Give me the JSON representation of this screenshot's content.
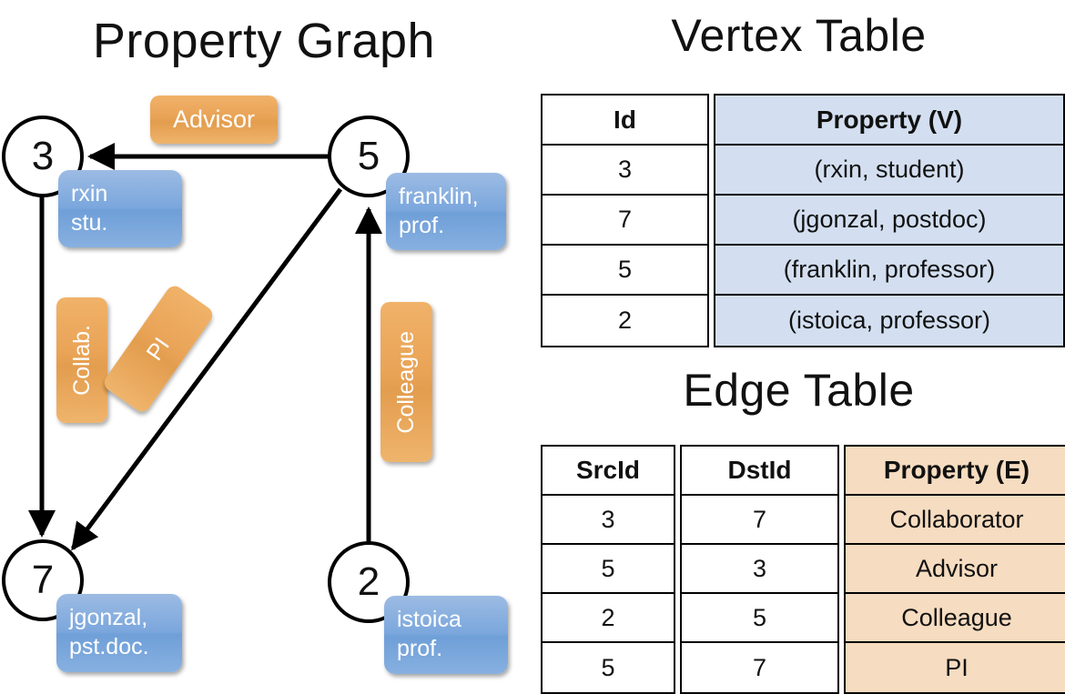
{
  "titles": {
    "graph": "Property Graph",
    "vertex_table": "Vertex Table",
    "edge_table": "Edge Table"
  },
  "colors": {
    "node_stroke": "#000000",
    "vertex_property_fill": "#d3dff0",
    "edge_property_fill": "#f6dcc0",
    "blue_callout": "#7ba7dd",
    "orange_label": "#e9a356",
    "background": "#ffffff"
  },
  "graph": {
    "nodes": [
      {
        "id": "3",
        "property_line1": "rxin",
        "property_line2": "stu."
      },
      {
        "id": "5",
        "property_line1": "franklin,",
        "property_line2": "prof."
      },
      {
        "id": "7",
        "property_line1": "jgonzal,",
        "property_line2": "pst.doc."
      },
      {
        "id": "2",
        "property_line1": "istoica",
        "property_line2": "prof."
      }
    ],
    "edge_labels": [
      {
        "name": "advisor",
        "text": "Advisor",
        "orientation": "horizontal"
      },
      {
        "name": "collab",
        "text": "Collab.",
        "orientation": "vertical"
      },
      {
        "name": "pi",
        "text": "PI",
        "orientation": "rotated"
      },
      {
        "name": "colleague",
        "text": "Colleague",
        "orientation": "vertical"
      }
    ],
    "edges": [
      {
        "from": "5",
        "to": "3",
        "label": "Advisor"
      },
      {
        "from": "3",
        "to": "7",
        "label": "Collab."
      },
      {
        "from": "5",
        "to": "7",
        "label": "PI"
      },
      {
        "from": "2",
        "to": "5",
        "label": "Colleague"
      }
    ]
  },
  "vertex_table": {
    "headers": [
      "Id",
      "Property (V)"
    ],
    "rows": [
      {
        "id": "3",
        "property": "(rxin, student)"
      },
      {
        "id": "7",
        "property": "(jgonzal, postdoc)"
      },
      {
        "id": "5",
        "property": "(franklin, professor)"
      },
      {
        "id": "2",
        "property": "(istoica, professor)"
      }
    ]
  },
  "edge_table": {
    "headers": [
      "SrcId",
      "DstId",
      "Property (E)"
    ],
    "rows": [
      {
        "src": "3",
        "dst": "7",
        "property": "Collaborator"
      },
      {
        "src": "5",
        "dst": "3",
        "property": "Advisor"
      },
      {
        "src": "2",
        "dst": "5",
        "property": "Colleague"
      },
      {
        "src": "5",
        "dst": "7",
        "property": "PI"
      }
    ]
  }
}
